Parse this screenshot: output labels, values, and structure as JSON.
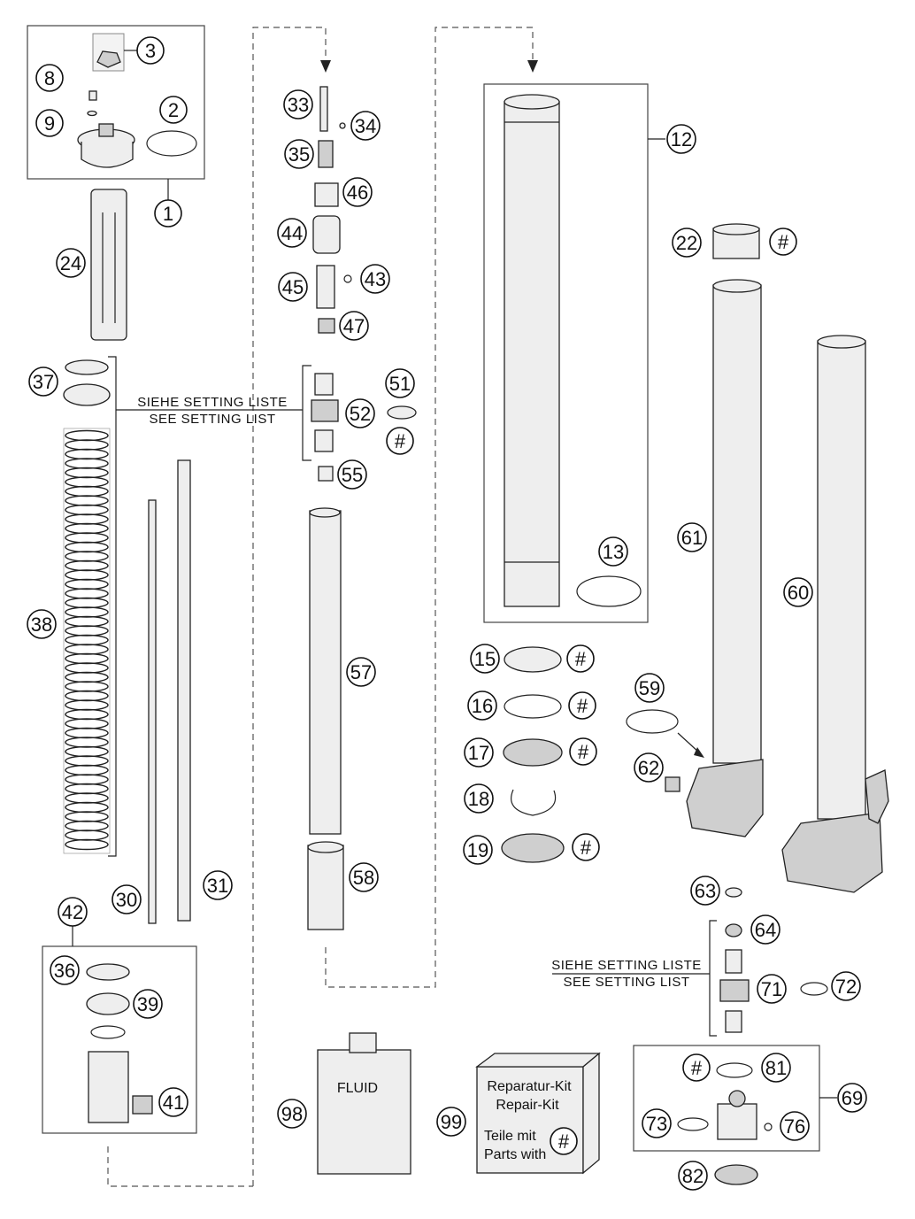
{
  "labels": {
    "n1": "1",
    "n2": "2",
    "n3": "3",
    "n8": "8",
    "n9": "9",
    "n12": "12",
    "n13": "13",
    "n15": "15",
    "n16": "16",
    "n17": "17",
    "n18": "18",
    "n19": "19",
    "n22": "22",
    "n24": "24",
    "n30": "30",
    "n31": "31",
    "n33": "33",
    "n34": "34",
    "n35": "35",
    "n36": "36",
    "n37": "37",
    "n38": "38",
    "n39": "39",
    "n41": "41",
    "n42": "42",
    "n43": "43",
    "n44": "44",
    "n45": "45",
    "n46": "46",
    "n47": "47",
    "n51": "51",
    "n52": "52",
    "n55": "55",
    "n57": "57",
    "n58": "58",
    "n59": "59",
    "n60": "60",
    "n61": "61",
    "n62": "62",
    "n63": "63",
    "n64": "64",
    "n69": "69",
    "n71": "71",
    "n72": "72",
    "n73": "73",
    "n76": "76",
    "n81": "81",
    "n82": "82",
    "n98": "98",
    "n99": "99",
    "hash": "#"
  },
  "notes": {
    "setting_de": "SIEHE SETTING LISTE",
    "setting_en": "SEE SETTING LIST"
  },
  "fluid": {
    "label": "FLUID"
  },
  "repair_kit": {
    "line1": "Reparatur-Kit",
    "line2": "Repair-Kit",
    "line3": "Teile mit",
    "line4": "Parts with"
  }
}
